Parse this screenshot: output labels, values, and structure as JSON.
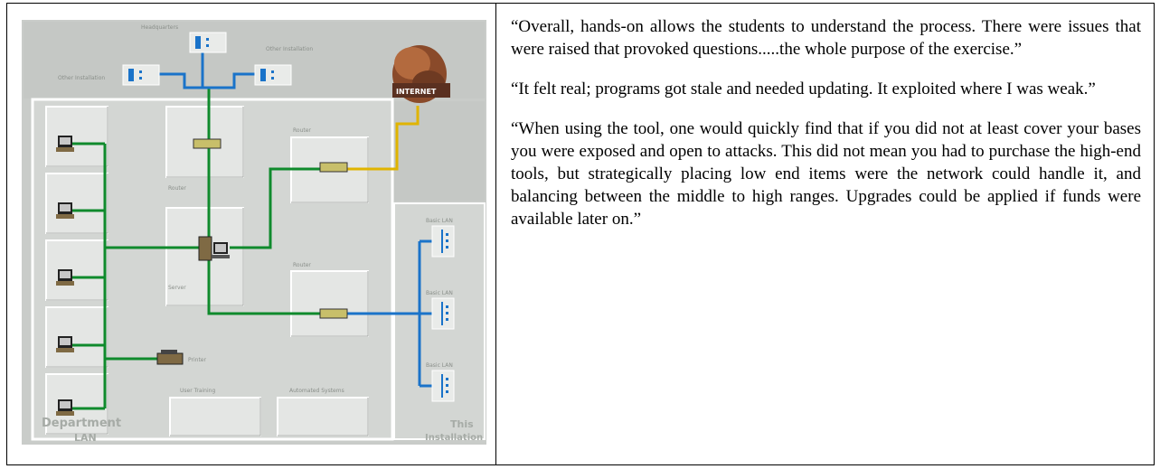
{
  "diagram": {
    "labels": {
      "headquarters": "Headquarters",
      "other_installation_right": "Other Installation",
      "other_installation_left": "Other Installation",
      "internet": "INTERNET",
      "router_top": "Router",
      "router_bottom": "Router",
      "router_left": "Router",
      "server": "Server",
      "printer": "Printer",
      "user_training": "User Training",
      "automated_systems": "Automated Systems",
      "department": "Department",
      "lan": "LAN",
      "this": "This",
      "installation": "Installation",
      "basic_lan_1": "Basic LAN",
      "basic_lan_2": "Basic LAN",
      "basic_lan_3": "Basic LAN"
    },
    "colors": {
      "green_link": "#0f8a2c",
      "blue_link": "#1a73c9",
      "yellow_link": "#e0b400",
      "panel": "#cdd0cd"
    }
  },
  "quotes": [
    "“Overall, hands-on allows the students to understand the process. There were issues that were raised that provoked questions.....the whole purpose of the exercise.”",
    "“It felt real; programs got stale and needed updating. It exploited where I was weak.”",
    "“When using the tool, one would quickly find that if you did not at least cover your bases you were exposed and open to attacks. This did not mean you had to purchase the high-end tools, but strategically placing low end items were the network could handle it, and balancing between the middle to high ranges. Upgrades could be applied if funds were available later on.”"
  ]
}
